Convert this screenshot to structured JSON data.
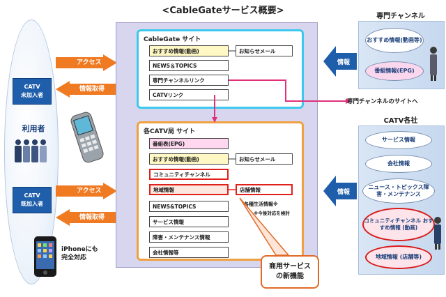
{
  "title": "<CableGateサービス概要>",
  "users": {
    "label": "利用者",
    "catv_unjoined_line1": "CATV",
    "catv_unjoined_line2": "未加入者",
    "catv_joined_line1": "CATV",
    "catv_joined_line2": "既加入者"
  },
  "arrows": {
    "access_top": "アクセス",
    "fetch_top": "情報取得",
    "access_bottom": "アクセス",
    "fetch_bottom": "情報取得",
    "info_right_top": "情報",
    "info_right_bottom": "情報"
  },
  "iphone": {
    "line1": "iPhoneにも",
    "line2": "完全対応"
  },
  "cablegate_site": {
    "title": "CableGate サイト",
    "items": [
      "おすすめ情報(動画)",
      "NEWS＆TOPICS",
      "専門チャンネルリンク",
      "CATVリンク"
    ],
    "notice_mail": "お知らせメール"
  },
  "catv_site": {
    "title": "各CATV局 サイト",
    "items": [
      "番組表(EPG)",
      "おすすめ情報(動画)",
      "コミュニティチャンネル",
      "地域情報",
      "NEWS&TOPICS",
      "サービス情報",
      "障害・メンテナンス情報",
      "会社情報等"
    ],
    "notice_mail": "お知らせメール",
    "shop_info": "店舗情報",
    "life_info": "各種生活情報※",
    "life_note": "※今後対応を検討"
  },
  "specialty_channel": {
    "label": "専門チャンネル",
    "items": [
      "おすすめ情報(動画等)",
      "番組情報(EPG)"
    ]
  },
  "link_text": "専門チャンネルのサイトへ",
  "catv_companies": {
    "label": "CATV各社",
    "items": [
      "サービス情報",
      "会社情報",
      "ニュース・トピックス障害・メンテナンス",
      "コミュニティチャンネル おすすめ情報 (動画)",
      "地域情報 (店舗等)"
    ]
  },
  "callout": {
    "line1": "商用サービス",
    "line2": "の新機能"
  },
  "colors": {
    "arrow_orange": "#f07a22",
    "arrow_blue": "#1f5eaa",
    "highlight_red": "#e0201a",
    "cyan_border": "#3cc8ee",
    "orange_border": "#f0a040",
    "magenta_line": "#e0307a"
  }
}
